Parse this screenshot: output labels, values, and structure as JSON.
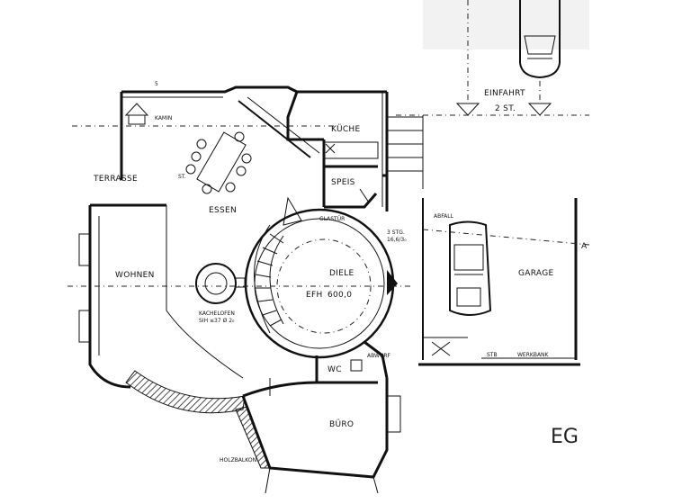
{
  "rooms": {
    "terrasse": "TERRASSE",
    "kamin": "KAMIN",
    "essen": "ESSEN",
    "kueche": "KÜCHE",
    "speis": "SPEIS",
    "glastuer": "GLASTÜR",
    "wohnen": "WOHNEN",
    "diele": "DIELE",
    "efh": "EFH",
    "efh_value": "600,0",
    "kachelofen": "KACHELOFEN",
    "kachelofen_sub": "SIH ≤37 Ø 2₀",
    "stufen": "3 STG.",
    "stufen_sub": "16,6/3₀",
    "abwurf": "ABWURF",
    "wc": "WC",
    "buero": "BÜRO",
    "holzbalkon": "HOLZBALKON",
    "einfahrt": "EINFAHRT",
    "einfahrt_sub": "2 ST.",
    "abfall": "ABFALL",
    "garage": "GARAGE",
    "werkbank": "WERKBANK",
    "werkbank_prefix": "STB",
    "axis_a": "A",
    "num_5": "5",
    "st": "ST.",
    "floor_mark": "EG"
  }
}
